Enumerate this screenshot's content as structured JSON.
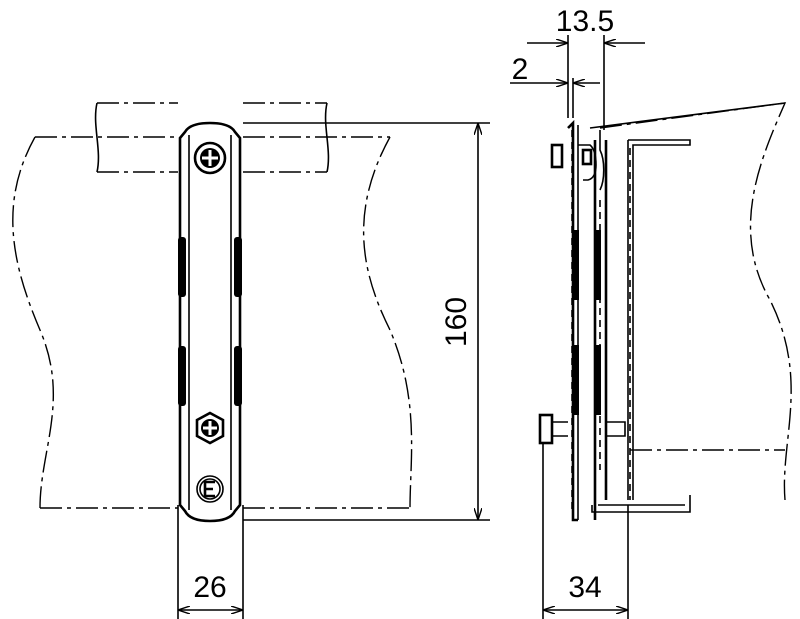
{
  "drawing": {
    "dimensions": {
      "width_front": "26",
      "height": "160",
      "side_depth": "34",
      "offset": "13.5",
      "thickness": "2"
    },
    "bolt_mark": "E"
  }
}
